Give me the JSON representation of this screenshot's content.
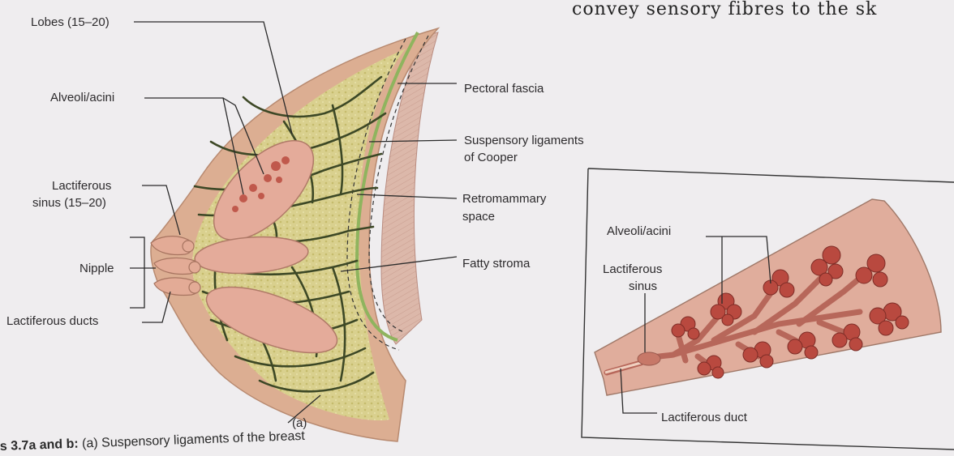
{
  "top_text": "convey sensory fibres to the sk",
  "figure_a": {
    "labels": {
      "lobes": "Lobes (15–20)",
      "alveoli": "Alveoli/acini",
      "lactiferous_sinus_1": "Lactiferous",
      "lactiferous_sinus_2": "sinus (15–20)",
      "nipple": "Nipple",
      "lactiferous_ducts": "Lactiferous ducts",
      "pectoral_fascia": "Pectoral fascia",
      "suspensory_1": "Suspensory ligaments",
      "suspensory_2": "of Cooper",
      "retromammary_1": "Retromammary",
      "retromammary_2": "space",
      "fatty_stroma": "Fatty stroma",
      "tag": "(a)"
    }
  },
  "figure_b": {
    "labels": {
      "alveoli": "Alveoli/acini",
      "lactiferous_sinus_1": "Lactiferous",
      "lactiferous_sinus_2": "sinus",
      "lactiferous_duct": "Lactiferous duct"
    }
  },
  "caption": {
    "bold": "s 3.7a and b:",
    "text": " (a) Suspensory ligaments of the breast"
  },
  "colors": {
    "skin": "#d9a98c",
    "fat": "#d6cf8a",
    "lobe": "#e6b0a0",
    "ligament": "#3f4a2a",
    "muscle": "#d8b3a6",
    "fascia": "#9fbf6a",
    "acini": "#b8463e"
  }
}
